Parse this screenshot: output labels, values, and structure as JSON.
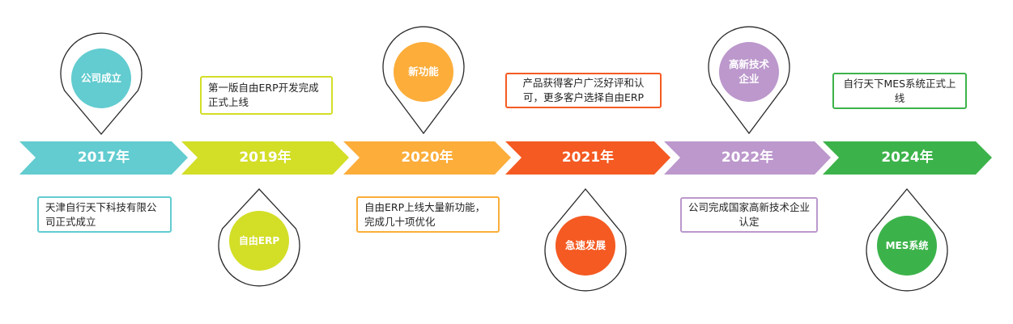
{
  "colors": {
    "teal": "#62CCD0",
    "lime": "#D3DE27",
    "orange": "#FCAD3A",
    "red_orange": "#F45A22",
    "lavender": "#BC98CC",
    "green": "#3CB34A",
    "pin_outline": "#2a2a2a"
  },
  "milestones": [
    {
      "year": "2017年",
      "pin": "公司成立",
      "desc": "天津自行天下科技有限公司正式成立"
    },
    {
      "year": "2019年",
      "pin": "自由ERP",
      "desc": "第一版自由ERP开发完成正式上线"
    },
    {
      "year": "2020年",
      "pin": "新功能",
      "desc": "自由ERP上线大量新功能，完成几十项优化"
    },
    {
      "year": "2021年",
      "pin": "急速发展",
      "desc": "产品获得客户广泛好评和认可，更多客户选择自由ERP"
    },
    {
      "year": "2022年",
      "pin": "高新技术企业",
      "desc": "公司完成国家高新技术企业认定"
    },
    {
      "year": "2024年",
      "pin": "MES系统",
      "desc": "自行天下MES系统正式上线"
    }
  ]
}
